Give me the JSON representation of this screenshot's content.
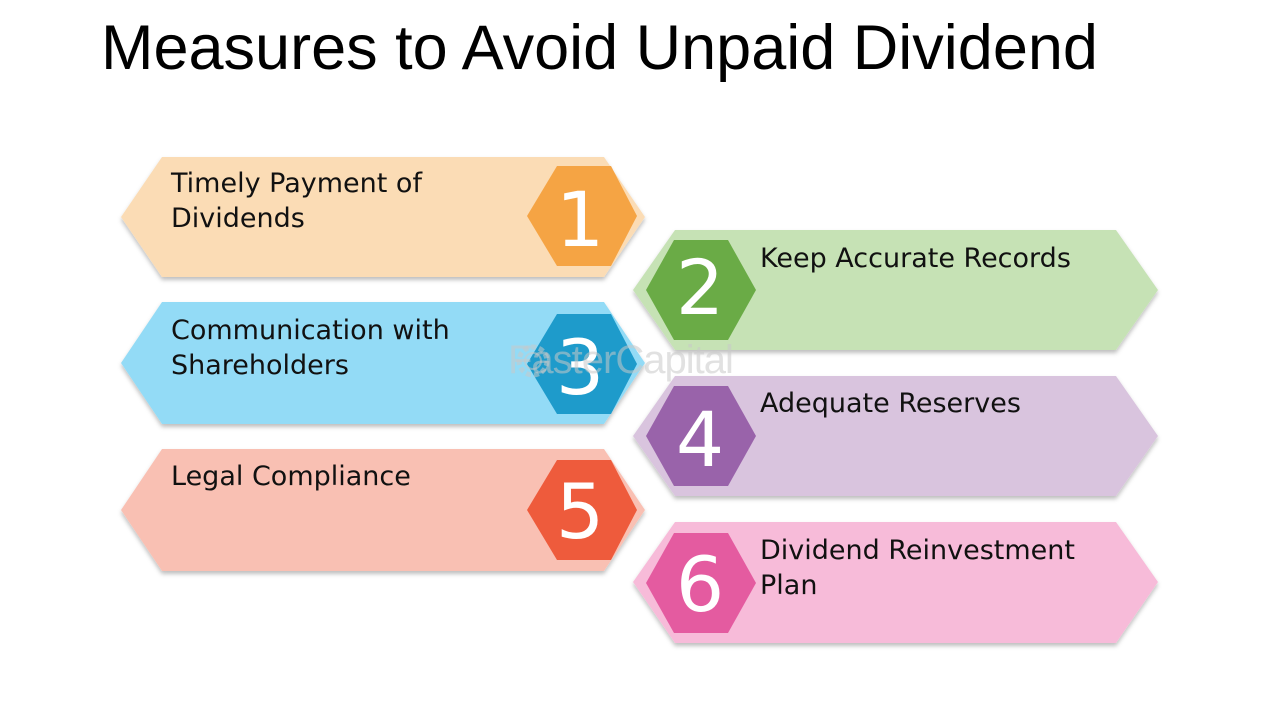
{
  "title": "Measures to Avoid Unpaid Dividend",
  "watermark": "FasterCapital",
  "steps": [
    {
      "number": "1",
      "label": "Timely Payment of\nDividends",
      "band_color": "#fbdcb5",
      "hex_color": "#f5a444"
    },
    {
      "number": "2",
      "label": "Keep Accurate Records",
      "band_color": "#c6e2b5",
      "hex_color": "#6aab46"
    },
    {
      "number": "3",
      "label": "Communication with\nShareholders",
      "band_color": "#93dbf6",
      "hex_color": "#1e9bcb"
    },
    {
      "number": "4",
      "label": "Adequate Reserves",
      "band_color": "#d9c4de",
      "hex_color": "#9963aa"
    },
    {
      "number": "5",
      "label": "Legal Compliance",
      "band_color": "#f9c0b3",
      "hex_color": "#ee5b3c"
    },
    {
      "number": "6",
      "label": "Dividend Reinvestment\nPlan",
      "band_color": "#f7bbd9",
      "hex_color": "#e45ba0"
    }
  ]
}
